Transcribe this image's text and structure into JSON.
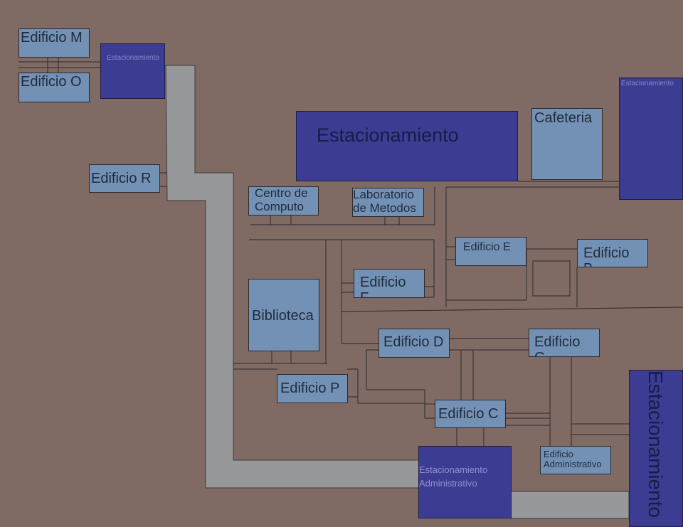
{
  "map": {
    "buildings": {
      "edificio_m": "Edificio M",
      "edificio_o": "Edificio O",
      "edificio_r": "Edificio R",
      "centro_computo_line1": "Centro de",
      "centro_computo_line2": "Computo",
      "laboratorio_line1": "Laboratorio",
      "laboratorio_line2": "de Metodos",
      "cafeteria": "Cafeteria",
      "edificio_e": "Edificio E",
      "edificio_b": "Edificio B",
      "edificio_f": "Edificio F",
      "biblioteca": "Biblioteca",
      "edificio_d": "Edificio D",
      "edificio_g": "Edificio G",
      "edificio_p": "Edificio P",
      "edificio_c": "Edificio C",
      "administrativo_line1": "Edificio",
      "administrativo_line2": "Administrativo"
    },
    "parking": {
      "topleft": "Estacionamiento",
      "main": "Estacionamiento",
      "right_top": "Estacionamiento",
      "admin_line1": "Estacionamiento",
      "admin_line2": "Administrativo",
      "right_bottom": "Estacionamiento"
    },
    "colors": {
      "ground": "#806a64",
      "building": "#7391b4",
      "parking": "#3c3c93",
      "road": "#979899",
      "path_line": "#2d2b2d"
    }
  }
}
